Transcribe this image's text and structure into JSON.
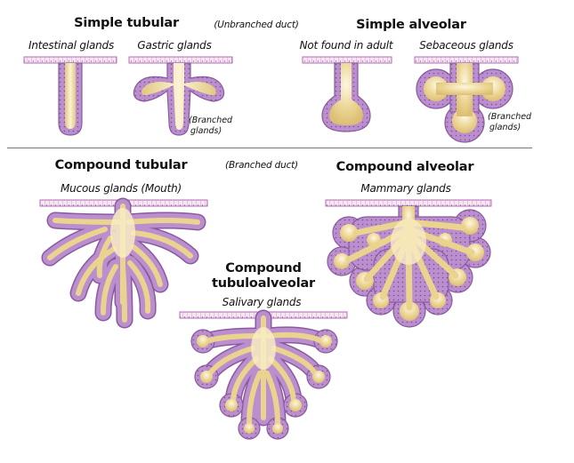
{
  "figure": {
    "simple_tubular": {
      "heading": "Simple tubular",
      "duct_note": "(Unbranched duct)",
      "intestinal": "Intestinal glands",
      "gastric": "Gastric glands",
      "gastric_note_1": "(Branched",
      "gastric_note_2": "glands)"
    },
    "simple_alveolar": {
      "heading": "Simple alveolar",
      "adult": "Not found in adult",
      "sebaceous": "Sebaceous glands",
      "sebaceous_note_1": "(Branched",
      "sebaceous_note_2": "glands)"
    },
    "compound_tubular": {
      "heading": "Compound tubular",
      "duct_note": "(Branched duct)",
      "example": "Mucous glands (Mouth)"
    },
    "compound_alveolar": {
      "heading": "Compound alveolar",
      "example": "Mammary glands"
    },
    "compound_tubuloalveolar": {
      "heading_line_1": "Compound",
      "heading_line_2": "tubuloalveolar",
      "example": "Salivary glands"
    }
  },
  "colors": {
    "epithelium": "#b98bcb",
    "epithelium_edge": "#8a5aa0",
    "lumen": "#e7d08c",
    "lumen_highlight": "#fbf3d3",
    "surface_line": "#a35fa8",
    "divider": "#777777"
  }
}
